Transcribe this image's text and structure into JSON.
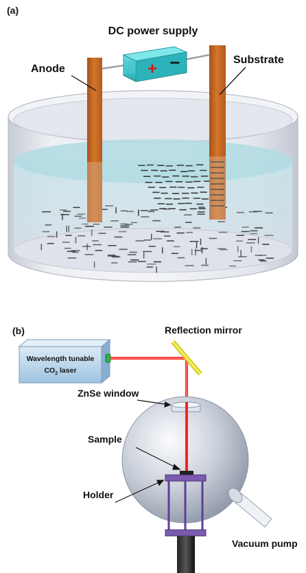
{
  "panel_a": {
    "label": "(a)",
    "power_supply_label": "DC power supply",
    "anode_label": "Anode",
    "substrate_label": "Substrate",
    "plus_sign": "+",
    "minus_sign": "−"
  },
  "panel_b": {
    "label": "(b)",
    "laser_label_line1": "Wavelength tunable",
    "laser_label_line2_prefix": "CO",
    "laser_label_line2_sub": "2",
    "laser_label_line2_suffix": " laser",
    "mirror_label": "Reflection mirror",
    "window_label": "ZnSe window",
    "sample_label": "Sample",
    "holder_label": "Holder",
    "pump_label": "Vacuum pump"
  },
  "colors": {
    "electrode": "#c4661e",
    "battery": "#3cc3c9",
    "plus": "#d11a1a",
    "liquid": "#b9dce5",
    "laser_beam": "#ff2020",
    "laser_box": "#b9d6ec",
    "mirror": "#e8e03a",
    "holder": "#6b4aa0",
    "chamber": "#b7bfcc"
  }
}
